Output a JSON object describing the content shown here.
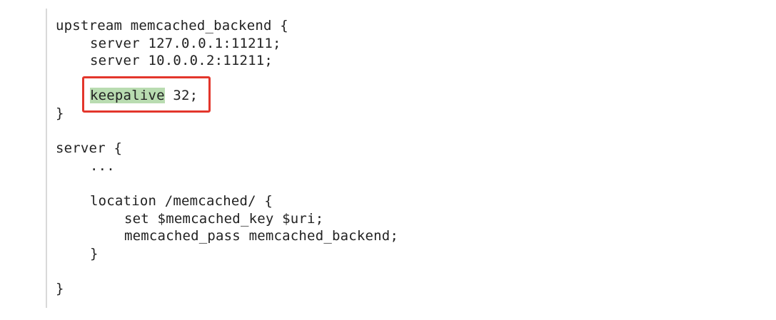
{
  "code": {
    "lines": [
      {
        "text": "upstream memcached_backend {"
      },
      {
        "text": "server 127.0.0.1:11211;"
      },
      {
        "text": "server 10.0.0.2:11211;"
      },
      {
        "text": ""
      },
      {
        "keyword": "keepalive",
        "rest": " 32;"
      },
      {
        "text": "}"
      },
      {
        "text": ""
      },
      {
        "text": "server {"
      },
      {
        "text": "..."
      },
      {
        "text": ""
      },
      {
        "text": "location /memcached/ {"
      },
      {
        "text": "set $memcached_key $uri;"
      },
      {
        "text": "memcached_pass memcached_backend;"
      },
      {
        "text": "}"
      },
      {
        "text": ""
      },
      {
        "text": "}"
      }
    ]
  },
  "highlight": {
    "color": "#b9dcb1",
    "box_color": "#e3362c"
  }
}
